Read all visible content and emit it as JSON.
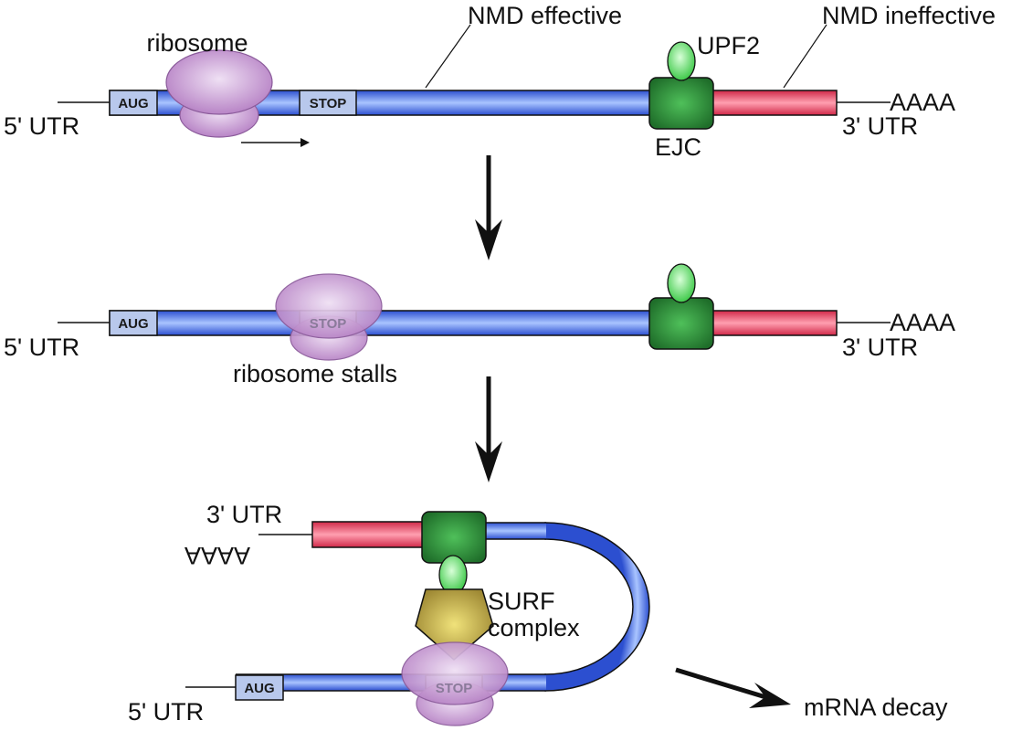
{
  "diagram": {
    "labels": {
      "ribosome": "ribosome",
      "nmd_effective": "NMD effective",
      "nmd_ineffective": "NMD ineffective",
      "upf2": "UPF2",
      "ejc": "EJC",
      "five_utr": "5' UTR",
      "three_utr": "3' UTR",
      "poly_a": "AAAA",
      "aug": "AUG",
      "stop": "STOP",
      "ribosome_stalls": "ribosome stalls",
      "surf_line1": "SURF",
      "surf_line2": "complex",
      "mrna_decay": "mRNA decay"
    },
    "colors": {
      "coding_region": "#3f6fe6",
      "three_utr_region": "#e0405a",
      "ribosome": "#c59ad0",
      "ejc": "#2a8a3a",
      "upf2": "#7fe07f",
      "surf": "#b8a040",
      "codon_box": "#b8c8ec"
    }
  }
}
